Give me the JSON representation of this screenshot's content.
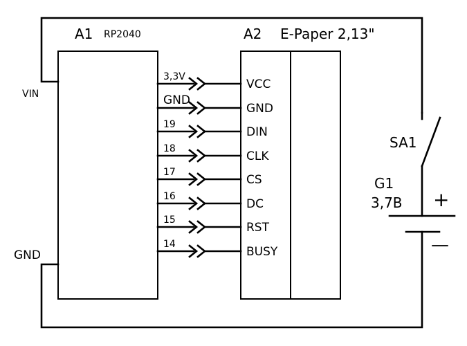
{
  "module_a1": {
    "designator": "A1",
    "part": "RP2040"
  },
  "module_a2": {
    "designator": "A2",
    "part": "E-Paper 2,13\""
  },
  "a1_left_pins": {
    "vin": "VIN",
    "gnd": "GND"
  },
  "connections": [
    {
      "a1_pin": "3,3V",
      "a2_pin": "VCC"
    },
    {
      "a1_pin": "GND",
      "a2_pin": "GND"
    },
    {
      "a1_pin": "19",
      "a2_pin": "DIN"
    },
    {
      "a1_pin": "18",
      "a2_pin": "CLK"
    },
    {
      "a1_pin": "17",
      "a2_pin": "CS"
    },
    {
      "a1_pin": "16",
      "a2_pin": "DC"
    },
    {
      "a1_pin": "15",
      "a2_pin": "RST"
    },
    {
      "a1_pin": "14",
      "a2_pin": "BUSY"
    }
  ],
  "switch": {
    "designator": "SA1"
  },
  "battery": {
    "designator": "G1",
    "voltage": "3,7В",
    "plus": "+",
    "minus": "—"
  }
}
